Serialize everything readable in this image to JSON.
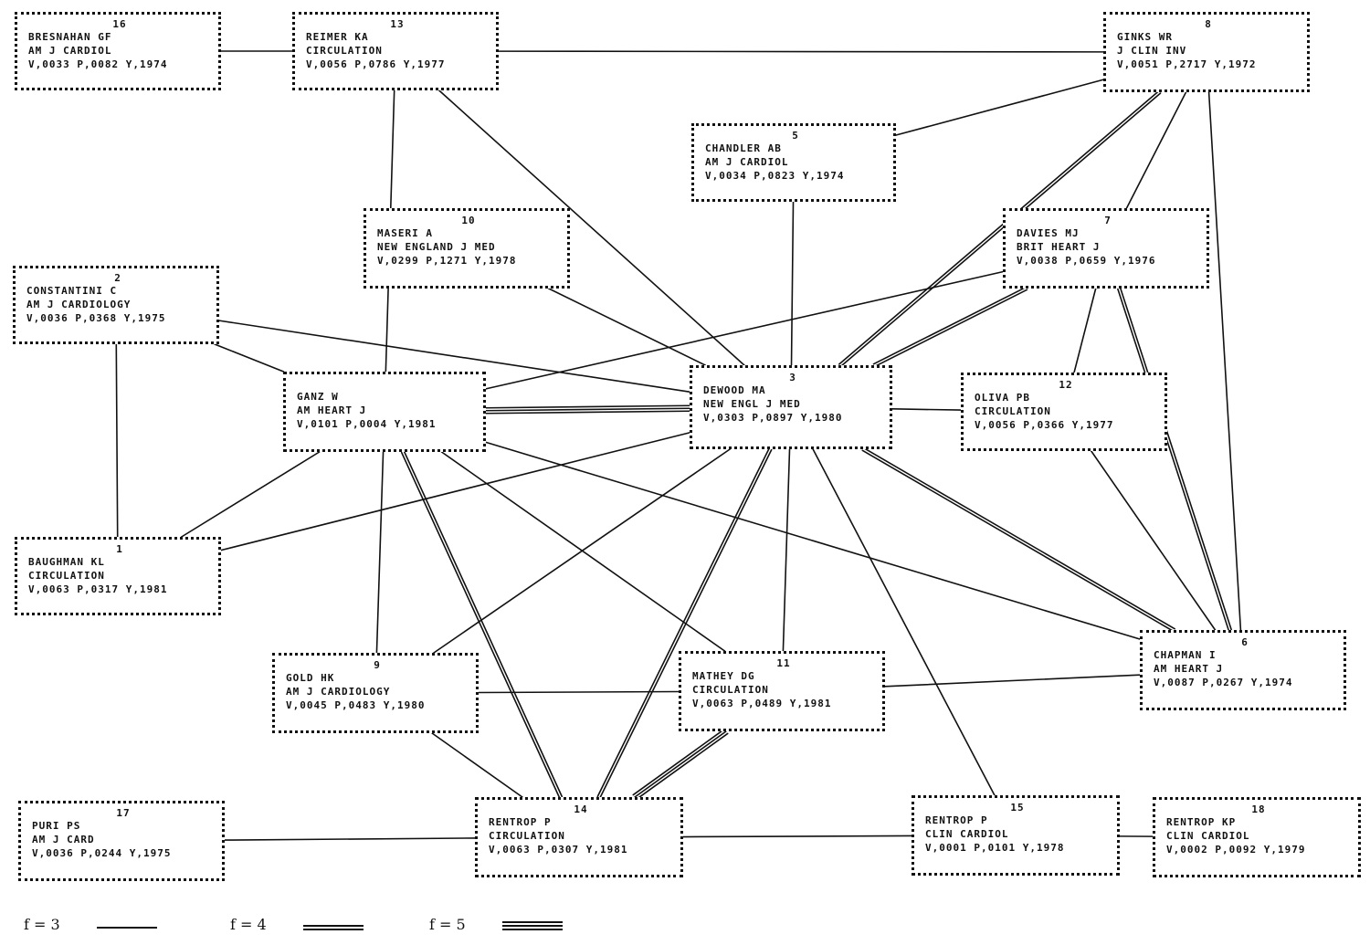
{
  "nodes": [
    {
      "id": 1,
      "number": "1",
      "author": "BAUGHMAN KL",
      "journal": "CIRCULATION",
      "citation": "V,0063 P,0317 Y,1981"
    },
    {
      "id": 2,
      "number": "2",
      "author": "CONSTANTINI C",
      "journal": "AM J CARDIOLOGY",
      "citation": "V,0036 P,0368 Y,1975"
    },
    {
      "id": 3,
      "number": "3",
      "author": "DEWOOD MA",
      "journal": "NEW ENGL J MED",
      "citation": "V,0303 P,0897 Y,1980"
    },
    {
      "id": 4,
      "number": "",
      "author": "GANZ W",
      "journal": "AM HEART J",
      "citation": "V,0101 P,0004 Y,1981"
    },
    {
      "id": 5,
      "number": "5",
      "author": "CHANDLER AB",
      "journal": "AM J CARDIOL",
      "citation": "V,0034 P,0823 Y,1974"
    },
    {
      "id": 6,
      "number": "6",
      "author": "CHAPMAN I",
      "journal": "AM HEART J",
      "citation": "V,0087 P,0267 Y,1974"
    },
    {
      "id": 7,
      "number": "7",
      "author": "DAVIES MJ",
      "journal": "BRIT HEART J",
      "citation": "V,0038 P,0659 Y,1976"
    },
    {
      "id": 8,
      "number": "8",
      "author": "GINKS WR",
      "journal": "J CLIN INV",
      "citation": "V,0051 P,2717 Y,1972"
    },
    {
      "id": 9,
      "number": "9",
      "author": "GOLD HK",
      "journal": "AM J CARDIOLOGY",
      "citation": "V,0045 P,0483 Y,1980"
    },
    {
      "id": 10,
      "number": "10",
      "author": "MASERI A",
      "journal": "NEW ENGLAND J MED",
      "citation": "V,0299 P,1271 Y,1978"
    },
    {
      "id": 11,
      "number": "11",
      "author": "MATHEY DG",
      "journal": "CIRCULATION",
      "citation": "V,0063 P,0489 Y,1981"
    },
    {
      "id": 12,
      "number": "12",
      "author": "OLIVA PB",
      "journal": "CIRCULATION",
      "citation": "V,0056 P,0366 Y,1977"
    },
    {
      "id": 13,
      "number": "13",
      "author": "REIMER KA",
      "journal": "CIRCULATION",
      "citation": "V,0056 P,0786 Y,1977"
    },
    {
      "id": 14,
      "number": "14",
      "author": "RENTROP P",
      "journal": "CIRCULATION",
      "citation": "V,0063 P,0307 Y,1981"
    },
    {
      "id": 15,
      "number": "15",
      "author": "RENTROP P",
      "journal": "CLIN CARDIOL",
      "citation": "V,0001 P,0101 Y,1978"
    },
    {
      "id": 16,
      "number": "16",
      "author": "BRESNAHAN GF",
      "journal": "AM J CARDIOL",
      "citation": "V,0033 P,0082 Y,1974"
    },
    {
      "id": 17,
      "number": "17",
      "author": "PURI PS",
      "journal": "AM J CARD",
      "citation": "V,0036 P,0244 Y,1975"
    },
    {
      "id": 18,
      "number": "18",
      "author": "RENTROP KP",
      "journal": "CLIN CARDIOL",
      "citation": "V,0002 P,0092 Y,1979"
    }
  ],
  "edges": [
    {
      "from": 16,
      "to": 13,
      "f": 3
    },
    {
      "from": 13,
      "to": 8,
      "f": 3
    },
    {
      "from": 13,
      "to": 4,
      "f": 3
    },
    {
      "from": 13,
      "to": 3,
      "f": 3
    },
    {
      "from": 8,
      "to": 5,
      "f": 3
    },
    {
      "from": 8,
      "to": 3,
      "f": 4
    },
    {
      "from": 8,
      "to": 7,
      "f": 3
    },
    {
      "from": 8,
      "to": 6,
      "f": 3
    },
    {
      "from": 5,
      "to": 3,
      "f": 3
    },
    {
      "from": 10,
      "to": 3,
      "f": 3
    },
    {
      "from": 2,
      "to": 3,
      "f": 3
    },
    {
      "from": 2,
      "to": 4,
      "f": 3
    },
    {
      "from": 2,
      "to": 1,
      "f": 3
    },
    {
      "from": 7,
      "to": 4,
      "f": 3
    },
    {
      "from": 7,
      "to": 3,
      "f": 4
    },
    {
      "from": 7,
      "to": 12,
      "f": 3
    },
    {
      "from": 7,
      "to": 6,
      "f": 4
    },
    {
      "from": 4,
      "to": 3,
      "f": 5
    },
    {
      "from": 4,
      "to": 1,
      "f": 3
    },
    {
      "from": 4,
      "to": 9,
      "f": 3
    },
    {
      "from": 4,
      "to": 14,
      "f": 4
    },
    {
      "from": 4,
      "to": 11,
      "f": 3
    },
    {
      "from": 4,
      "to": 6,
      "f": 3
    },
    {
      "from": 3,
      "to": 12,
      "f": 3
    },
    {
      "from": 3,
      "to": 1,
      "f": 3
    },
    {
      "from": 3,
      "to": 9,
      "f": 3
    },
    {
      "from": 3,
      "to": 14,
      "f": 4
    },
    {
      "from": 3,
      "to": 11,
      "f": 3
    },
    {
      "from": 3,
      "to": 15,
      "f": 3
    },
    {
      "from": 3,
      "to": 6,
      "f": 4
    },
    {
      "from": 12,
      "to": 6,
      "f": 3
    },
    {
      "from": 9,
      "to": 11,
      "f": 3
    },
    {
      "from": 9,
      "to": 14,
      "f": 3
    },
    {
      "from": 11,
      "to": 6,
      "f": 3
    },
    {
      "from": 11,
      "to": 14,
      "f": 5
    },
    {
      "from": 17,
      "to": 14,
      "f": 3
    },
    {
      "from": 14,
      "to": 15,
      "f": 3
    },
    {
      "from": 15,
      "to": 18,
      "f": 3
    }
  ],
  "legend": [
    {
      "label": "f = 3",
      "f": 3
    },
    {
      "label": "f = 4",
      "f": 4
    },
    {
      "label": "f = 5",
      "f": 5
    }
  ]
}
